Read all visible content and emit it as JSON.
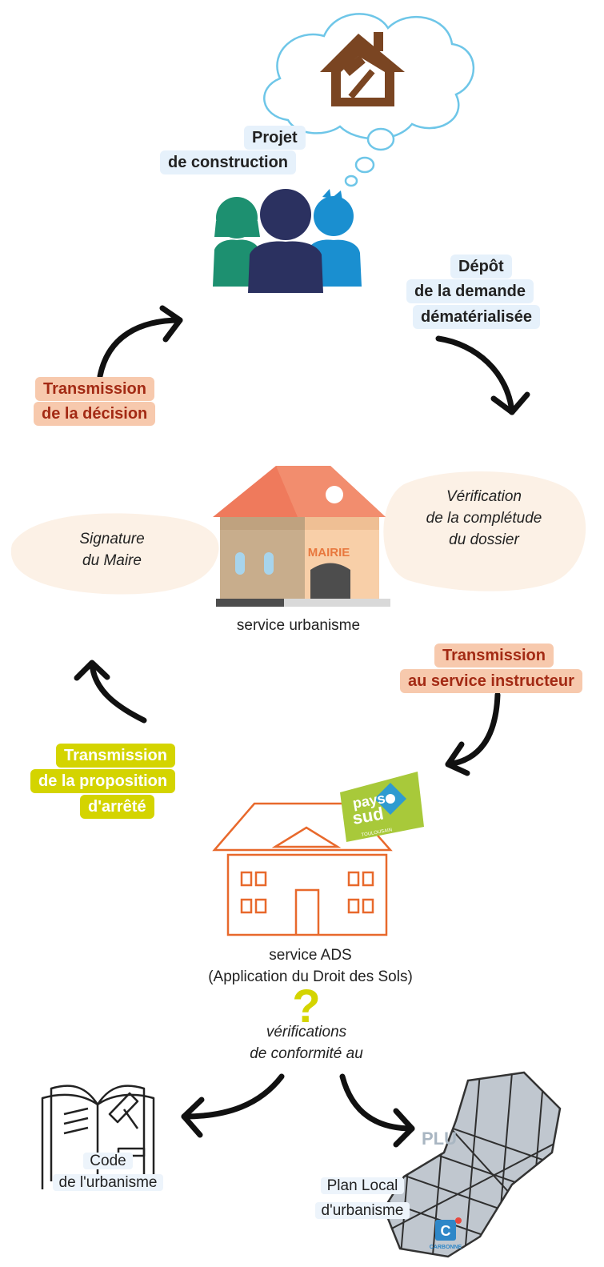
{
  "project": {
    "line1": "Projet",
    "line2": "de construction"
  },
  "deposit": {
    "line1": "Dépôt",
    "line2": "de la demande",
    "line3": "dématérialisée"
  },
  "transmit_decision": {
    "line1": "Transmission",
    "line2": "de la décision"
  },
  "mayor": {
    "line1": "Signature",
    "line2": "du Maire"
  },
  "verification": {
    "line1": "Vérification",
    "line2": "de la complétude",
    "line3": "du dossier"
  },
  "town_hall": {
    "sign": "MAIRIE",
    "caption": "service urbanisme"
  },
  "transmit_instructor": {
    "line1": "Transmission",
    "line2": "au service instructeur"
  },
  "transmit_proposal": {
    "line1": "Transmission",
    "line2": "de la proposition",
    "line3": "d'arrêté"
  },
  "ads": {
    "caption1": "service ADS",
    "caption2": "(Application du Droit des Sols)"
  },
  "pays_sud": {
    "line1": "pays",
    "line2": "sud",
    "line3": "TOULOUSAIN"
  },
  "checks": {
    "mark": "?",
    "line1": "vérifications",
    "line2": "de conformité au"
  },
  "code": {
    "line1": "Code",
    "line2": "de l'urbanisme"
  },
  "plu": {
    "acronym": "PLU",
    "line1": "Plan Local",
    "line2": "d'urbanisme",
    "logo_letter": "C",
    "logo_text": "CARBONNE"
  },
  "colors": {
    "brown": "#7a4522",
    "navy": "#2b3160",
    "green": "#1d9070",
    "sky": "#1a8fd0",
    "orange": "#e8692c",
    "lime": "#d4d400",
    "roof": "#ef7a5c",
    "mairie_text": "#e8783e"
  }
}
